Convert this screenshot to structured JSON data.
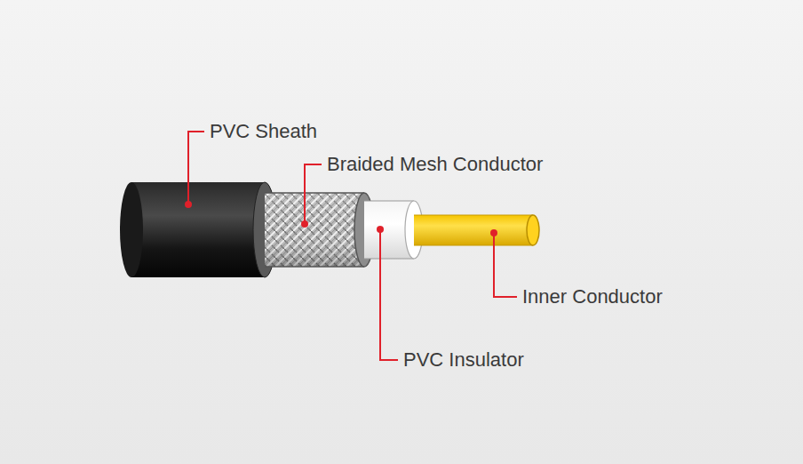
{
  "diagram": {
    "labels": [
      "PVC Sheath",
      "Braided Mesh Conductor",
      "Inner Conductor",
      "PVC Insulator"
    ]
  }
}
